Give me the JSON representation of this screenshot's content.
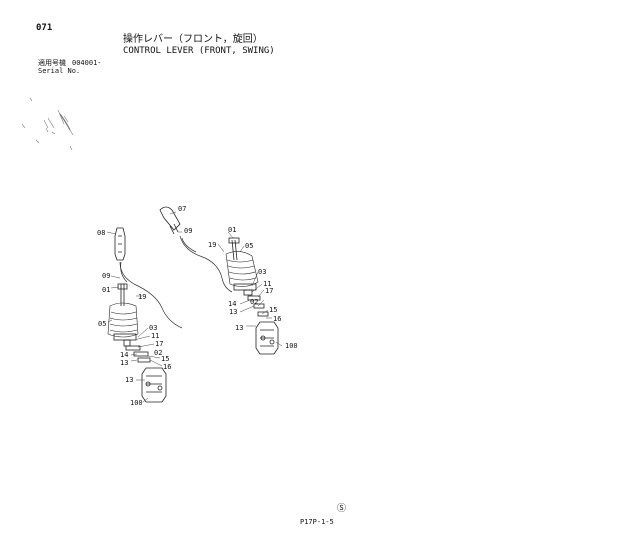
{
  "header": {
    "page_number": "071",
    "title_jp": "操作レバー（フロント，旋回）",
    "title_en": "CONTROL LEVER (FRONT, SWING)",
    "serial_label_jp": "適用号機",
    "serial_value": "004001-",
    "serial_label_en": "Serial No."
  },
  "callouts_left": [
    {
      "id": "l-08",
      "text": "08"
    },
    {
      "id": "l-09",
      "text": "09"
    },
    {
      "id": "l-01",
      "text": "01"
    },
    {
      "id": "l-19",
      "text": "19"
    },
    {
      "id": "l-05",
      "text": "05"
    },
    {
      "id": "l-03",
      "text": "03"
    },
    {
      "id": "l-11",
      "text": "11"
    },
    {
      "id": "l-17",
      "text": "17"
    },
    {
      "id": "l-14",
      "text": "14"
    },
    {
      "id": "l-02",
      "text": "02"
    },
    {
      "id": "l-15",
      "text": "15"
    },
    {
      "id": "l-13a",
      "text": "13"
    },
    {
      "id": "l-16",
      "text": "16"
    },
    {
      "id": "l-13b",
      "text": "13"
    },
    {
      "id": "l-100",
      "text": "100"
    }
  ],
  "callouts_right": [
    {
      "id": "r-07",
      "text": "07"
    },
    {
      "id": "r-09",
      "text": "09"
    },
    {
      "id": "r-01",
      "text": "01"
    },
    {
      "id": "r-19",
      "text": "19"
    },
    {
      "id": "r-05",
      "text": "05"
    },
    {
      "id": "r-03",
      "text": "03"
    },
    {
      "id": "r-11",
      "text": "11"
    },
    {
      "id": "r-17",
      "text": "17"
    },
    {
      "id": "r-14",
      "text": "14"
    },
    {
      "id": "r-02",
      "text": "02"
    },
    {
      "id": "r-13a",
      "text": "13"
    },
    {
      "id": "r-15",
      "text": "15"
    },
    {
      "id": "r-16",
      "text": "16"
    },
    {
      "id": "r-13b",
      "text": "13"
    },
    {
      "id": "r-100",
      "text": "100"
    }
  ],
  "footer": {
    "code": "P17P-1-5",
    "mark": "Ⓢ"
  }
}
